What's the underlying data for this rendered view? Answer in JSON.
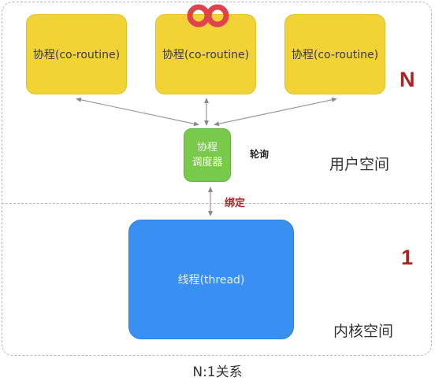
{
  "coroutines": [
    {
      "label": "协程(co-routine)"
    },
    {
      "label": "协程(co-routine)"
    },
    {
      "label": "协程(co-routine)"
    }
  ],
  "scheduler": {
    "line1": "协程",
    "line2": "调度器"
  },
  "poll_label": "轮询",
  "bind_label": "绑定",
  "thread": {
    "label": "线程(thread)"
  },
  "user_space": {
    "label": "用户空间",
    "count": "N"
  },
  "kernel_space": {
    "label": "内核空间",
    "count": "1"
  },
  "caption": "N:1关系",
  "colors": {
    "coroutine": "#f2d335",
    "scheduler": "#79c94a",
    "thread": "#3a8ff2",
    "accent_red": "#b21f1f"
  },
  "icons": {
    "top_badge": "infinity-icon"
  }
}
